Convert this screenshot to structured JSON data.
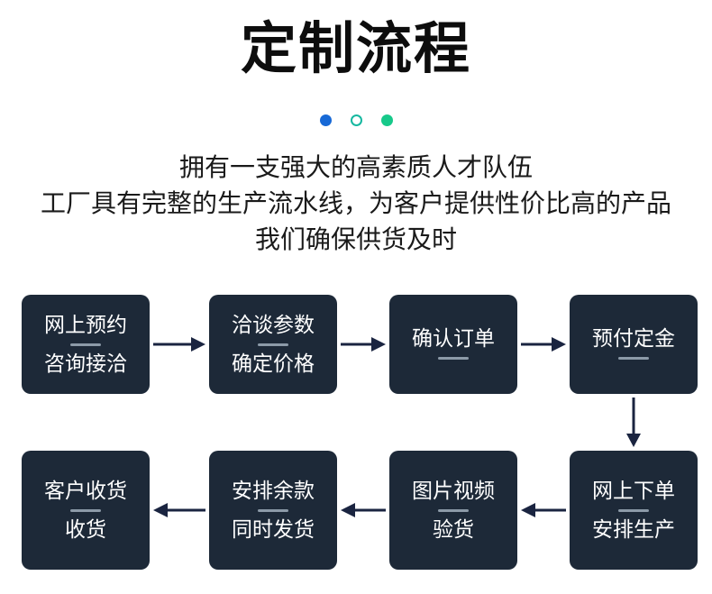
{
  "header": {
    "title": "定制流程"
  },
  "dots": [
    {
      "name": "dot-blue-filled",
      "style": "solid-blue",
      "color": "#1769d6"
    },
    {
      "name": "dot-hollow",
      "style": "hollow",
      "color": "#16b8a0"
    },
    {
      "name": "dot-green-filled",
      "style": "solid-green",
      "color": "#17c98a"
    }
  ],
  "subtitle": {
    "line1": "拥有一支强大的高素质人才队伍",
    "line2": "工厂具有完整的生产流水线，为客户提供性价比高的产品",
    "line3": "我们确保供货及时"
  },
  "flow": {
    "box_color": "#1d2938",
    "text_color": "#ffffff",
    "divider_color": "#8c9aa8",
    "arrow_color": "#1a2440",
    "nodes": [
      {
        "id": 1,
        "primary": "网上预约",
        "secondary": "咨询接洽"
      },
      {
        "id": 2,
        "primary": "洽谈参数",
        "secondary": "确定价格"
      },
      {
        "id": 3,
        "primary": "确认订单",
        "secondary": ""
      },
      {
        "id": 4,
        "primary": "预付定金",
        "secondary": ""
      },
      {
        "id": 5,
        "primary": "网上下单",
        "secondary": "安排生产"
      },
      {
        "id": 6,
        "primary": "图片视频",
        "secondary": "验货"
      },
      {
        "id": 7,
        "primary": "安排余款",
        "secondary": "同时发货"
      },
      {
        "id": 8,
        "primary": "客户收货",
        "secondary": "收货"
      }
    ],
    "connectors": [
      {
        "name": "arrow-node1-to-node2",
        "direction": "right"
      },
      {
        "name": "arrow-node2-to-node3",
        "direction": "right"
      },
      {
        "name": "arrow-node3-to-node4",
        "direction": "right"
      },
      {
        "name": "arrow-node4-to-node5",
        "direction": "down"
      },
      {
        "name": "arrow-node5-to-node6",
        "direction": "left"
      },
      {
        "name": "arrow-node6-to-node7",
        "direction": "left"
      },
      {
        "name": "arrow-node7-to-node8",
        "direction": "left"
      }
    ]
  }
}
